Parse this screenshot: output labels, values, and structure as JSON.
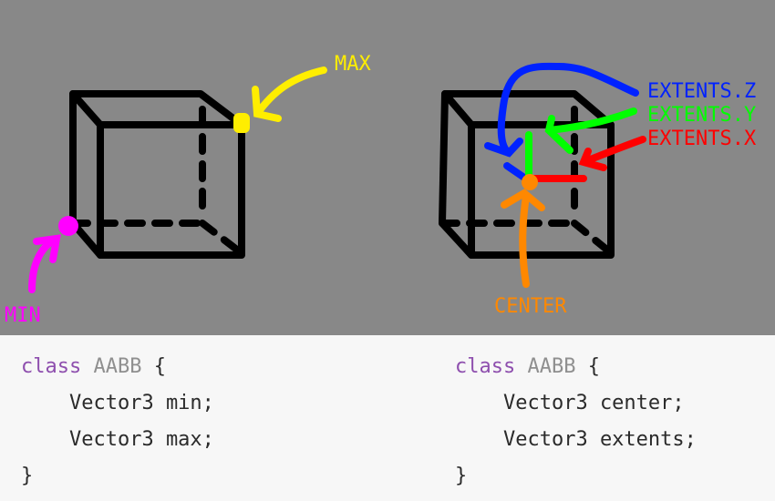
{
  "labels": {
    "min": "MIN",
    "max": "MAX",
    "center": "CENTER",
    "extents_z": "EXTENTS.Z",
    "extents_y": "EXTENTS.Y",
    "extents_x": "EXTENTS.X"
  },
  "colors": {
    "background_top": "#888888",
    "background_bottom": "#f7f7f7",
    "min": "#ff00ff",
    "max": "#ffee00",
    "center": "#ff8800",
    "z": "#0022ff",
    "y": "#00ff00",
    "x": "#ff0000"
  },
  "code_left": {
    "keyword": "class",
    "name": "AABB",
    "open": "{",
    "line1": "    Vector3 min;",
    "line2": "    Vector3 max;",
    "close": "}"
  },
  "code_right": {
    "keyword": "class",
    "name": "AABB",
    "open": "{",
    "line1": "    Vector3 center;",
    "line2": "    Vector3 extents;",
    "close": "}"
  }
}
